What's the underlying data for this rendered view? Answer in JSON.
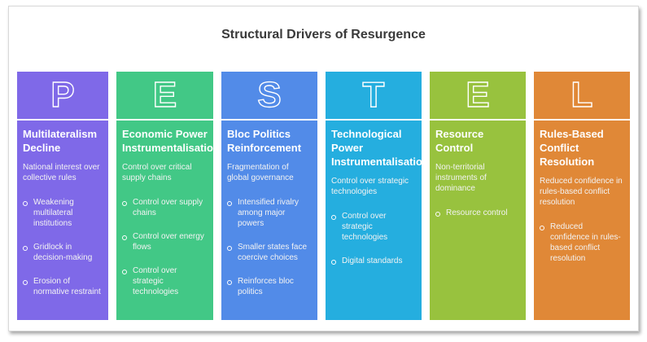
{
  "title": "Structural Drivers of Resurgence",
  "columns": [
    {
      "letter": "P",
      "color": "#7f69e8",
      "heading_lines": [
        "Multilateralism",
        "Decline"
      ],
      "description": "National interest over collective rules",
      "bullets": [
        "Weakening multilateral institutions",
        "Gridlock in decision-making",
        "Erosion of normative restraint"
      ]
    },
    {
      "letter": "E",
      "color": "#42c886",
      "heading_lines": [
        "Economic Power",
        "Instrumentalisation"
      ],
      "description": "Control over critical supply chains",
      "bullets": [
        "Control over supply chains",
        "Control over energy flows",
        "Control over strategic technologies"
      ]
    },
    {
      "letter": "S",
      "color": "#528be8",
      "heading_lines": [
        "Bloc Politics",
        "Reinforcement"
      ],
      "description": "Fragmentation of global governance",
      "bullets": [
        "Intensified rivalry among major powers",
        "Smaller states face coercive choices",
        "Reinforces bloc politics"
      ]
    },
    {
      "letter": "T",
      "color": "#25aedf",
      "heading_lines": [
        "Technological",
        "Power",
        "Instrumentalisation"
      ],
      "description": "Control over strategic technologies",
      "bullets": [
        "Control over strategic technologies",
        "Digital standards"
      ]
    },
    {
      "letter": "E",
      "color": "#98c23e",
      "heading_lines": [
        "Resource",
        "Control"
      ],
      "description": "Non-territorial instruments of dominance",
      "bullets": [
        "Resource control"
      ]
    },
    {
      "letter": "L",
      "color": "#e08837",
      "heading_lines": [
        "Rules-Based",
        "Conflict",
        "Resolution"
      ],
      "description": "Reduced confidence in rules-based conflict resolution",
      "bullets": [
        "Reduced confidence in rules-based conflict resolution"
      ]
    }
  ]
}
